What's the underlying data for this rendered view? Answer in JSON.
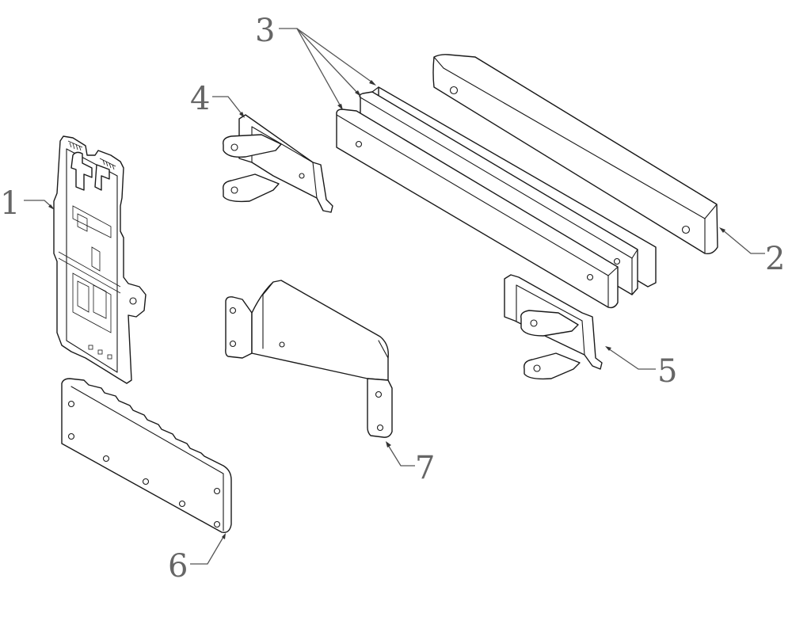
{
  "figure": {
    "callouts": [
      {
        "id": "part-1",
        "label": "1"
      },
      {
        "id": "part-2",
        "label": "2"
      },
      {
        "id": "part-3",
        "label": "3"
      },
      {
        "id": "part-4",
        "label": "4"
      },
      {
        "id": "part-5",
        "label": "5"
      },
      {
        "id": "part-6",
        "label": "6"
      },
      {
        "id": "part-7",
        "label": "7"
      }
    ],
    "colors": {
      "line": "#1a1a1a",
      "callout_text": "#666666",
      "background": "#ffffff"
    }
  }
}
